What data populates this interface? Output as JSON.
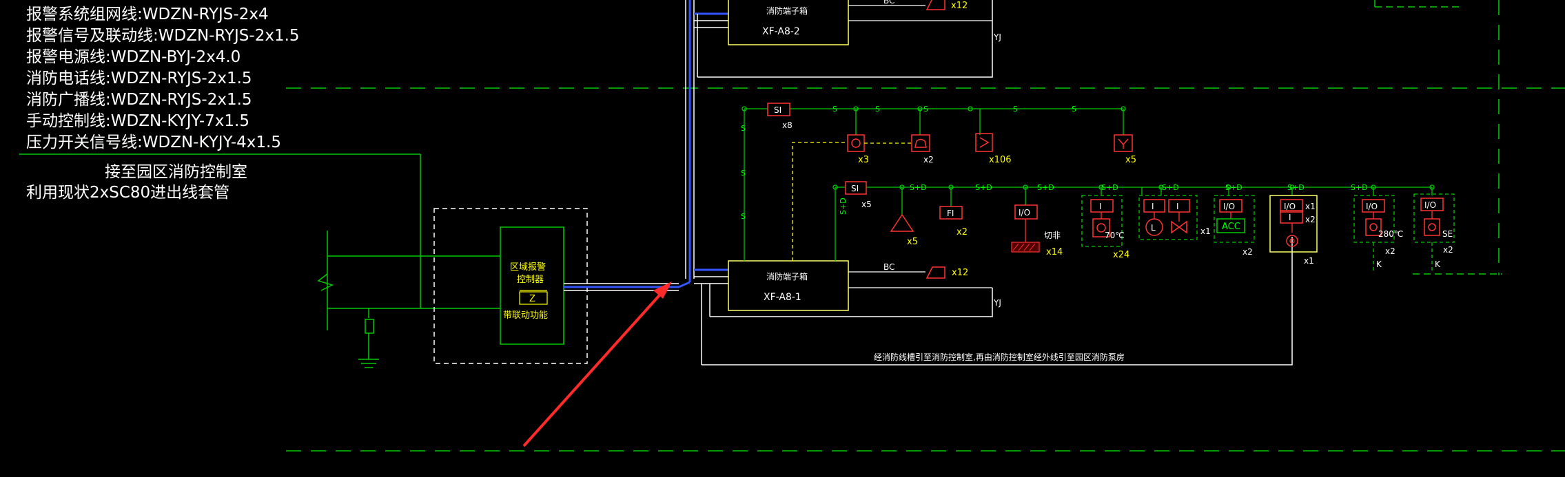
{
  "legend": {
    "lines": [
      "报警系统组网线:WDZN-RYJS-2x4",
      "报警信号及联动线:WDZN-RYJS-2x1.5",
      "报警电源线:WDZN-BYJ-2x4.0",
      "消防电话线:WDZN-RYJS-2x1.5",
      "消防广播线:WDZN-RYJS-2x1.5",
      "手动控制线:WDZN-KYJY-7x1.5",
      "压力开关信号线:WDZN-KYJY-4x1.5"
    ],
    "connect_note": "接至园区消防控制室",
    "conduit_note": "利用现状2xSC80进出线套管"
  },
  "controller": {
    "label_lines": [
      "区域报警",
      "控制器"
    ],
    "z_label": "Z",
    "bottom_label": "带联动功能"
  },
  "terminal_boxes": [
    {
      "label": "消防端子箱",
      "code": "XF-A8-2",
      "bc": "BC",
      "count": "x12",
      "yj": "YJ"
    },
    {
      "label": "消防端子箱",
      "code": "XF-A8-1",
      "bc": "BC",
      "count": "x12",
      "yj": "YJ"
    }
  ],
  "upper_row": {
    "s_label": "S",
    "si_label": "SI",
    "si_count": "x8",
    "devices": [
      {
        "name": "manual-call",
        "count": "x3"
      },
      {
        "name": "telephone",
        "count": "x2"
      },
      {
        "name": "smoke-detector",
        "count": "x106"
      },
      {
        "name": "sounder",
        "count": "x5"
      }
    ]
  },
  "lower_row": {
    "sd_label": "S+D",
    "si_label": "SI",
    "si_count": "x5",
    "strobe_count": "x5",
    "fi_label": "FI",
    "fi_count": "x2",
    "io_label": "I/O",
    "i_label": "I",
    "cut_label": "切非",
    "cut_count": "x14",
    "temp70": "70℃",
    "group70_count": "x24",
    "l_label": "L",
    "group_l_count": "x1",
    "acc_label": "ACC",
    "acc_count": "x2",
    "pump_x1a": "x1",
    "pump_x2": "x2",
    "pump_x1b": "x1",
    "temp280": "280℃",
    "group280_count": "x2",
    "k_label": "K",
    "se_label": "SE",
    "groupse_count": "x2"
  },
  "bottom_note": "经消防线槽引至消防控制室,再由消防控制室经外线引至园区消防泵房"
}
